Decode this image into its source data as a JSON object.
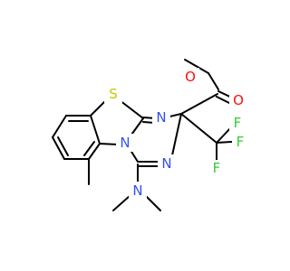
{
  "structure": {
    "atoms": {
      "ester_O_methoxy": {
        "symbol": "O",
        "color": "#ff0d0d"
      },
      "ester_O_carbonyl": {
        "symbol": "O",
        "color": "#ff0d0d"
      },
      "ring_S": {
        "symbol": "S",
        "color": "#c8c800"
      },
      "ring_N_upper": {
        "symbol": "N",
        "color": "#3050f8"
      },
      "ring_N_fused": {
        "symbol": "N",
        "color": "#3050f8"
      },
      "ring_N_lower": {
        "symbol": "N",
        "color": "#3050f8"
      },
      "amine_N": {
        "symbol": "N",
        "color": "#3050f8"
      },
      "fluorine_top": {
        "symbol": "F",
        "color": "#33cc33"
      },
      "fluorine_right": {
        "symbol": "F",
        "color": "#33cc33"
      },
      "fluorine_bottom": {
        "symbol": "F",
        "color": "#33cc33"
      }
    },
    "bond_color": "#000000"
  }
}
